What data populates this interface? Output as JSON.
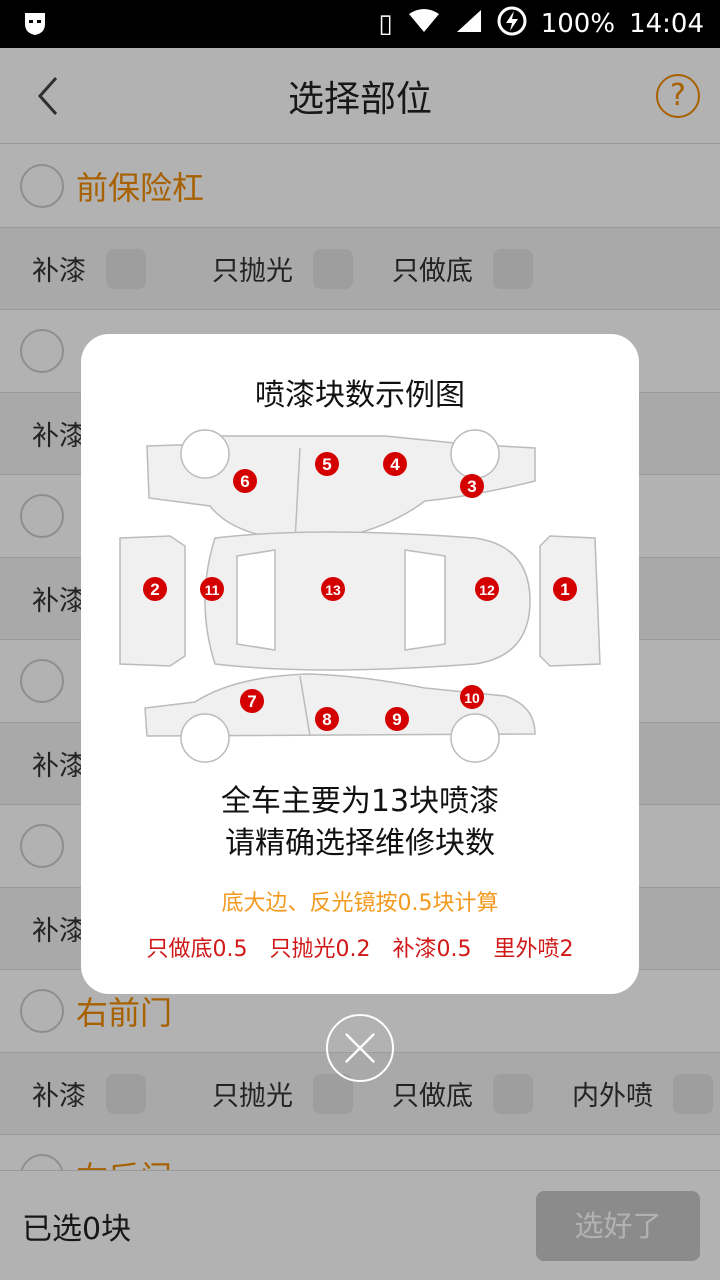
{
  "status_bar": {
    "battery": "100%",
    "time": "14:04"
  },
  "header": {
    "title": "选择部位",
    "back_icon": "chevron-left-icon",
    "help_icon": "?"
  },
  "sections": [
    {
      "title": "前保险杠",
      "options": [
        "补漆",
        "只抛光",
        "只做底"
      ]
    },
    {
      "title": "",
      "options": [
        "补漆",
        "",
        "",
        ""
      ]
    },
    {
      "title": "",
      "options": [
        "补漆",
        "",
        "",
        ""
      ]
    },
    {
      "title": "",
      "options": [
        "补漆",
        "",
        "",
        ""
      ]
    },
    {
      "title": "",
      "options": [
        "补漆",
        "",
        "",
        ""
      ]
    },
    {
      "title": "右前门",
      "options": [
        "补漆",
        "只抛光",
        "只做底",
        "内外喷"
      ]
    },
    {
      "title": "右后门",
      "options": []
    }
  ],
  "bottom": {
    "selected": "已选0块",
    "done_label": "选好了"
  },
  "modal": {
    "title": "喷漆块数示例图",
    "line1": "全车主要为13块喷漆",
    "line2": "请精确选择维修块数",
    "note": "底大边、反光镜按0.5块计算",
    "rates": [
      "只做底0.5",
      "只抛光0.2",
      "补漆0.5",
      "里外喷2"
    ],
    "parts": [
      "1",
      "2",
      "3",
      "4",
      "5",
      "6",
      "7",
      "8",
      "9",
      "10",
      "11",
      "12",
      "13"
    ]
  },
  "colors": {
    "accent": "#f08c00",
    "badge": "#d40000",
    "note": "#f39a1e",
    "rate": "#d01818"
  }
}
